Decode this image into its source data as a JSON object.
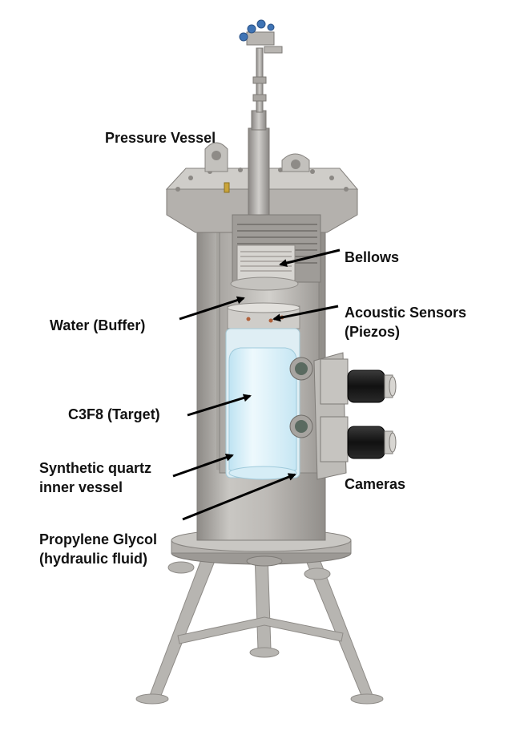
{
  "labels": {
    "pressure_vessel": "Pressure Vessel",
    "bellows": "Bellows",
    "water_buffer": "Water (Buffer)",
    "acoustic_sensors_line1": "Acoustic Sensors",
    "acoustic_sensors_line2": "(Piezos)",
    "c3f8_target": "C3F8 (Target)",
    "quartz_line1": "Synthetic quartz",
    "quartz_line2": "inner vessel",
    "cameras": "Cameras",
    "glycol_line1": "Propylene Glycol",
    "glycol_line2": "(hydraulic fluid)"
  },
  "colors": {
    "steel": "#b9b7b4",
    "steel_dark": "#8f8c88",
    "steel_light": "#dcdad6",
    "target_fluid": "#e3f4fb",
    "quartz_glow": "#cdebf7",
    "camera_black": "#1c1c1c",
    "valve_blue": "#3f74b5",
    "arrow": "#000000"
  }
}
